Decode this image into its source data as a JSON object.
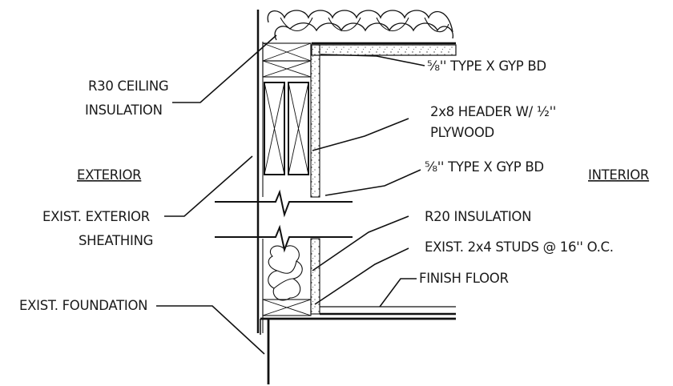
{
  "labels": {
    "r30": "R30 CEILING",
    "r30_2": "INSULATION",
    "gyp_top": "⅝'' TYPE X GYP BD",
    "header_1": "2x8 HEADER W/ ½''",
    "header_2": "PLYWOOD",
    "gyp_mid": "⅝'' TYPE X GYP BD",
    "exterior": "EXTERIOR",
    "interior": "INTERIOR",
    "sheath_1": "EXIST. EXTERIOR",
    "sheath_2": "SHEATHING",
    "r20": "R20 INSULATION",
    "studs": "EXIST. 2x4 STUDS @ 16'' O.C.",
    "floor": "FINISH FLOOR",
    "foundation": "EXIST. FOUNDATION"
  }
}
